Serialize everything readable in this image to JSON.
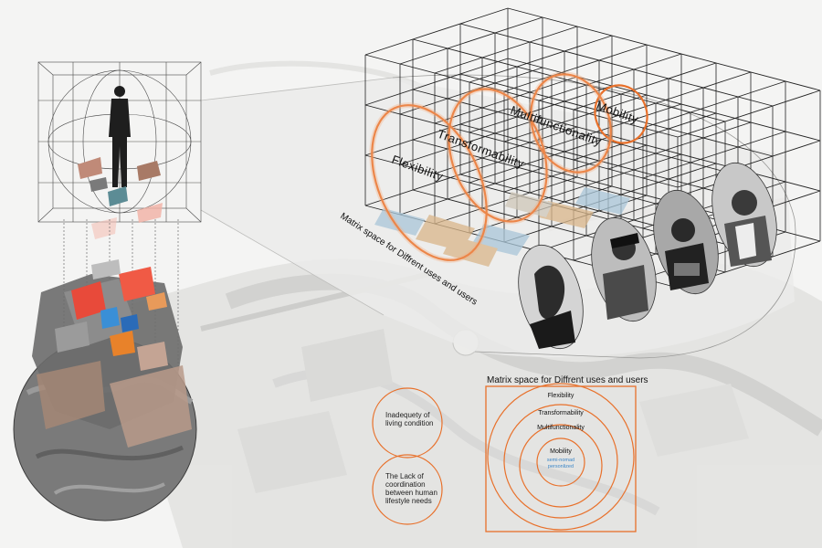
{
  "colors": {
    "accent_orange": "#e8702a",
    "background": "#f4f4f3",
    "grid_line": "#222222",
    "tint_blue": "#a9c6d8",
    "tint_sand": "#d9b68a",
    "sub_label_blue": "#3a86c8"
  },
  "axo": {
    "labels": [
      "Flexibility",
      "Transformability",
      "Multifunctionality",
      "Mobility"
    ],
    "caption": "Matrix space for Diffrent uses and users"
  },
  "needs": [
    {
      "text_lines": [
        "Inadequety of",
        "living condition"
      ]
    },
    {
      "text_lines": [
        "The Lack of",
        "coordination",
        "between human",
        "lifestyle needs"
      ]
    }
  ],
  "matrix": {
    "title": "Matrix space for Diffrent uses and users",
    "rings": [
      "Flexibility",
      "Transformability",
      "Multifunctionality",
      "Mobility"
    ],
    "sub_labels": [
      "semi-nomad",
      "personlized"
    ]
  },
  "icons": {
    "human_figure": "standing-man-figure-icon",
    "portraits": "portrait-photo-icon",
    "site_map": "aerial-map-background"
  }
}
